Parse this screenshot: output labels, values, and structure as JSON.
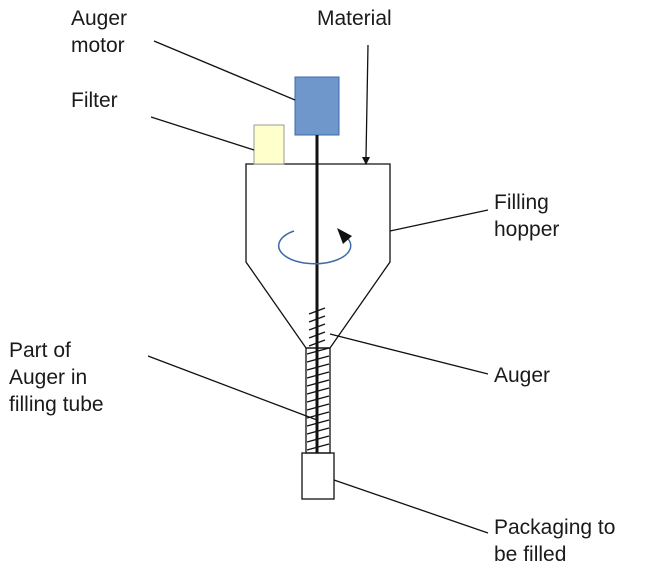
{
  "labels": {
    "auger_motor": [
      "Auger",
      "motor"
    ],
    "material": "Material",
    "filter": "Filter",
    "filling_hopper": [
      "Filling",
      "hopper"
    ],
    "part_of_auger": [
      "Part of",
      "Auger in",
      "filling tube"
    ],
    "auger": "Auger",
    "packaging": [
      "Packaging to",
      "be filled"
    ]
  },
  "colors": {
    "motor_fill": "#6f97cc",
    "motor_stroke": "#3e6aa8",
    "filter_fill": "#ffffcc",
    "filter_stroke": "#999999",
    "rotation_arrow": "#3e6aa8",
    "outline": "#111111"
  }
}
